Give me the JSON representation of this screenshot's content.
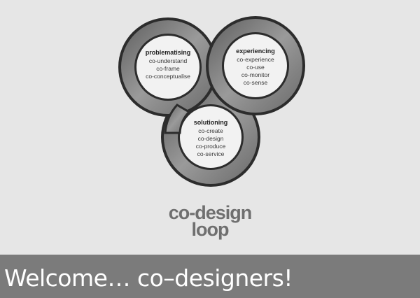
{
  "diagram": {
    "rings": [
      {
        "title": "problematising",
        "items": [
          "co-understand",
          "co-frame",
          "co-conceptualise"
        ]
      },
      {
        "title": "experiencing",
        "items": [
          "co-experience",
          "co-use",
          "co-monitor",
          "co-sense"
        ]
      },
      {
        "title": "solutioning",
        "items": [
          "co-create",
          "co-design",
          "co-produce",
          "co-service"
        ]
      }
    ],
    "colors": {
      "ring_fill": "#8a8a8a",
      "ring_outline": "#2c2c2c",
      "ring_inner": "#f2f2f2",
      "background": "#e6e6e6"
    }
  },
  "logo": {
    "line1": "co-design",
    "line2": "loop"
  },
  "footer": {
    "welcome": "Welcome… co–designers!",
    "bar_color": "#7b7b7b"
  }
}
